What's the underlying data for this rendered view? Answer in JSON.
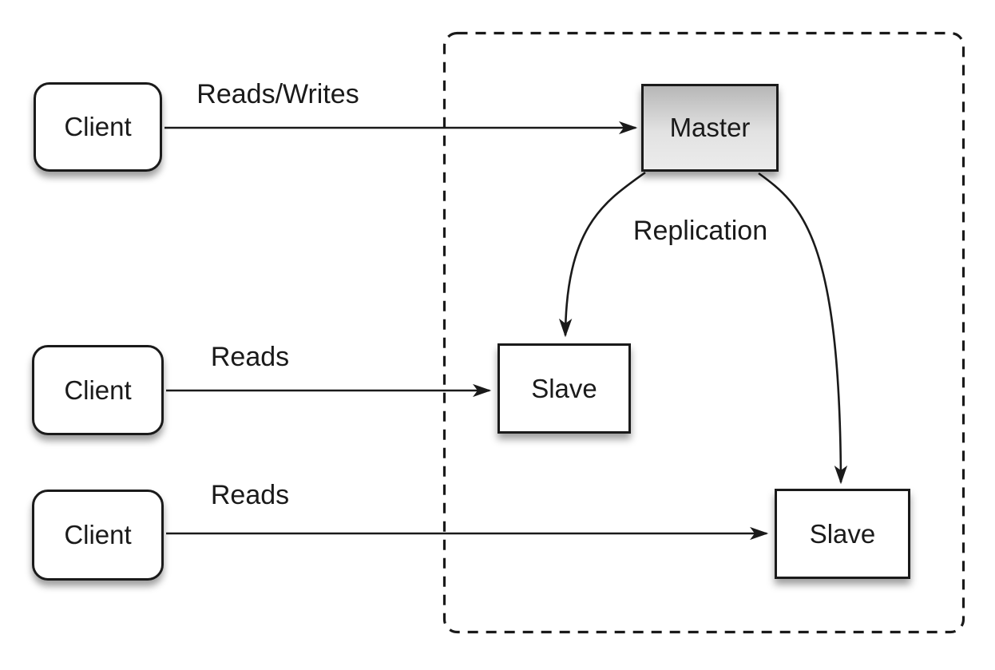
{
  "nodes": {
    "clients": [
      {
        "label": "Client"
      },
      {
        "label": "Client"
      },
      {
        "label": "Client"
      }
    ],
    "master": {
      "label": "Master"
    },
    "slaves": [
      {
        "label": "Slave"
      },
      {
        "label": "Slave"
      }
    ]
  },
  "edges": {
    "reads_writes": {
      "label": "Reads/Writes"
    },
    "reads_middle": {
      "label": "Reads"
    },
    "reads_bottom": {
      "label": "Reads"
    },
    "replication": {
      "label": "Replication"
    }
  },
  "colors": {
    "background": "#ffffff",
    "line": "#1a1a1a",
    "text": "#1a1a1a",
    "node_fill": "#ffffff",
    "master_gradient_top": "#b7b7b7",
    "master_gradient_bottom": "#ececec"
  }
}
